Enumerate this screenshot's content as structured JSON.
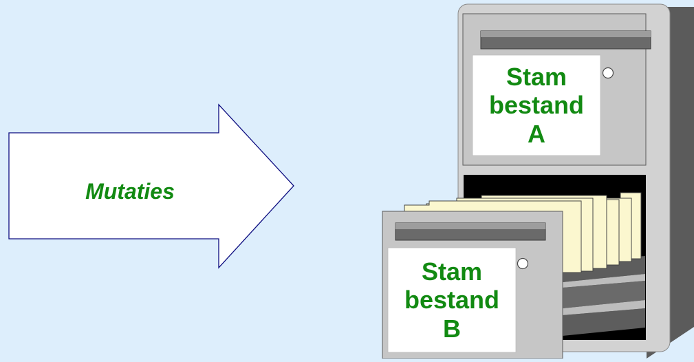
{
  "arrow": {
    "label": "Mutaties"
  },
  "cabinet": {
    "top_drawer": {
      "line1": "Stam",
      "line2": "bestand",
      "line3": "A"
    },
    "open_drawer": {
      "line1": "Stam",
      "line2": "bestand",
      "line3": "B"
    }
  },
  "colors": {
    "background": "#ddeefc",
    "label_text": "#128a12",
    "cabinet_side": "#5a5a5a",
    "cabinet_front": "#cdcdcd",
    "folders": "#fbf7cf"
  }
}
